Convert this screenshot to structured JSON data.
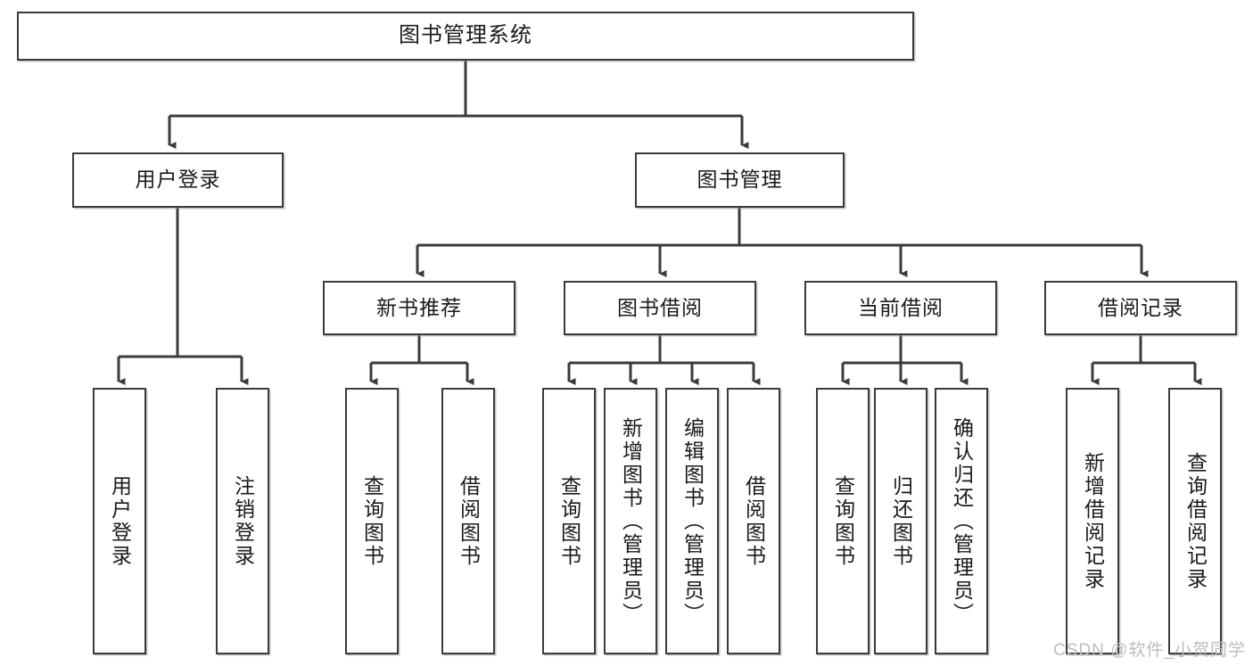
{
  "diagram": {
    "title": "图书管理系统",
    "root": {
      "label": "图书管理系统"
    },
    "level2": [
      {
        "label": "用户登录"
      },
      {
        "label": "图书管理"
      }
    ],
    "level3": [
      {
        "label": "新书推荐"
      },
      {
        "label": "图书借阅"
      },
      {
        "label": "当前借阅"
      },
      {
        "label": "借阅记录"
      }
    ],
    "leaves_user_login": [
      {
        "label": "用户登录"
      },
      {
        "label": "注销登录"
      }
    ],
    "leaves_new_books": [
      {
        "label": "查询图书"
      },
      {
        "label": "借阅图书"
      }
    ],
    "leaves_borrow": [
      {
        "label": "查询图书"
      },
      {
        "label": "新增图书（管理员）"
      },
      {
        "label": "编辑图书（管理员）"
      },
      {
        "label": "借阅图书"
      }
    ],
    "leaves_current": [
      {
        "label": "查询图书"
      },
      {
        "label": "归还图书"
      },
      {
        "label": "确认归还（管理员）"
      }
    ],
    "leaves_records": [
      {
        "label": "新增借阅记录"
      },
      {
        "label": "查询借阅记录"
      }
    ]
  },
  "watermark": {
    "text": "CSDN @软件_小贺同学"
  },
  "colors": {
    "stroke": "#3b3b3b",
    "text": "#1a1a1a",
    "background": "#ffffff",
    "watermark": "#bdbdbd"
  }
}
